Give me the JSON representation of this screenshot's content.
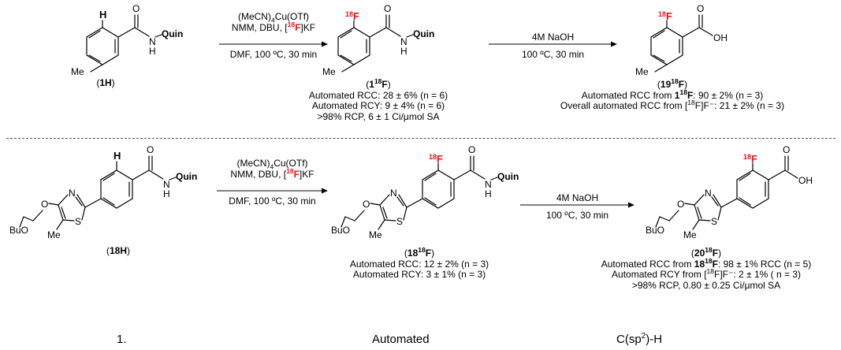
{
  "labels": {
    "quin": "Quin",
    "H": "H",
    "O": "O",
    "N": "N",
    "S": "S",
    "Me": "Me",
    "BuO": "BuO",
    "OH": "OH",
    "F": "F",
    "isotope": "18"
  },
  "row1": {
    "sm_id": "1H",
    "prod1_id_base": "1",
    "prod2_id_base": "19",
    "cond1": {
      "reagent_a": "(MeCN)",
      "reagent_a_sub": "4",
      "reagent_a_tail": "Cu(OTf)",
      "line2_pre": "NMM, DBU, [",
      "line2_iso": "18",
      "line2_F": "F",
      "line2_post": "]KF",
      "line3": "DMF, 100 ºC, 30 min"
    },
    "cond2": {
      "line1": "4M NaOH",
      "line2": "100 ºC, 30 min"
    },
    "prod1_caption": [
      "Automated RCC: 28 ± 6% (n = 6)",
      "Automated RCY: 9 ± 4% (n = 6)",
      ">98% RCP, 6 ± 1 Ci/μmol SA"
    ],
    "prod2_caption": {
      "line1_pre": "Automated RCC from ",
      "line1_cmp": "1",
      "line1_post": ": 90 ± 2% (n = 3)",
      "line2_pre": "Overall automated RCC from [",
      "line2_post": "]F⁻: 21 ± 2% (n = 3)"
    }
  },
  "row2": {
    "sm_id": "18H",
    "prod1_id_base": "18",
    "prod2_id_base": "20",
    "cond1": {
      "reagent_a": "(MeCN)",
      "reagent_a_sub": "4",
      "reagent_a_tail": "Cu(OTf)",
      "line2_pre": "NMM, DBU, [",
      "line2_iso": "18",
      "line2_F": "F",
      "line2_post": "]KF",
      "line3": "DMF, 100 ºC, 30 min"
    },
    "cond2": {
      "line1": "4M NaOH",
      "line2": "100 ºC, 30 min"
    },
    "prod1_caption": [
      "Automated RCC: 12 ± 2% (n = 3)",
      "Automated RCY: 3 ± 1% (n = 3)"
    ],
    "prod2_caption": {
      "line1_pre": "Automated RCC from ",
      "line1_cmp": "18",
      "line1_post": ": 98 ± 1% RCC (n = 5)",
      "line2_pre": "Automated RCY from [",
      "line2_post": "]F⁻: 2 ± 1% ( n = 3)",
      "line3": ">98% RCP, 0.80 ± 0.25 Ci/μmol SA"
    }
  },
  "footer": {
    "col1": "1.",
    "col2": "Automated",
    "col3_pre": "C(sp",
    "col3_sup": "2",
    "col3_post": ")-H"
  },
  "colors": {
    "isotope_red": "#e8121c"
  }
}
